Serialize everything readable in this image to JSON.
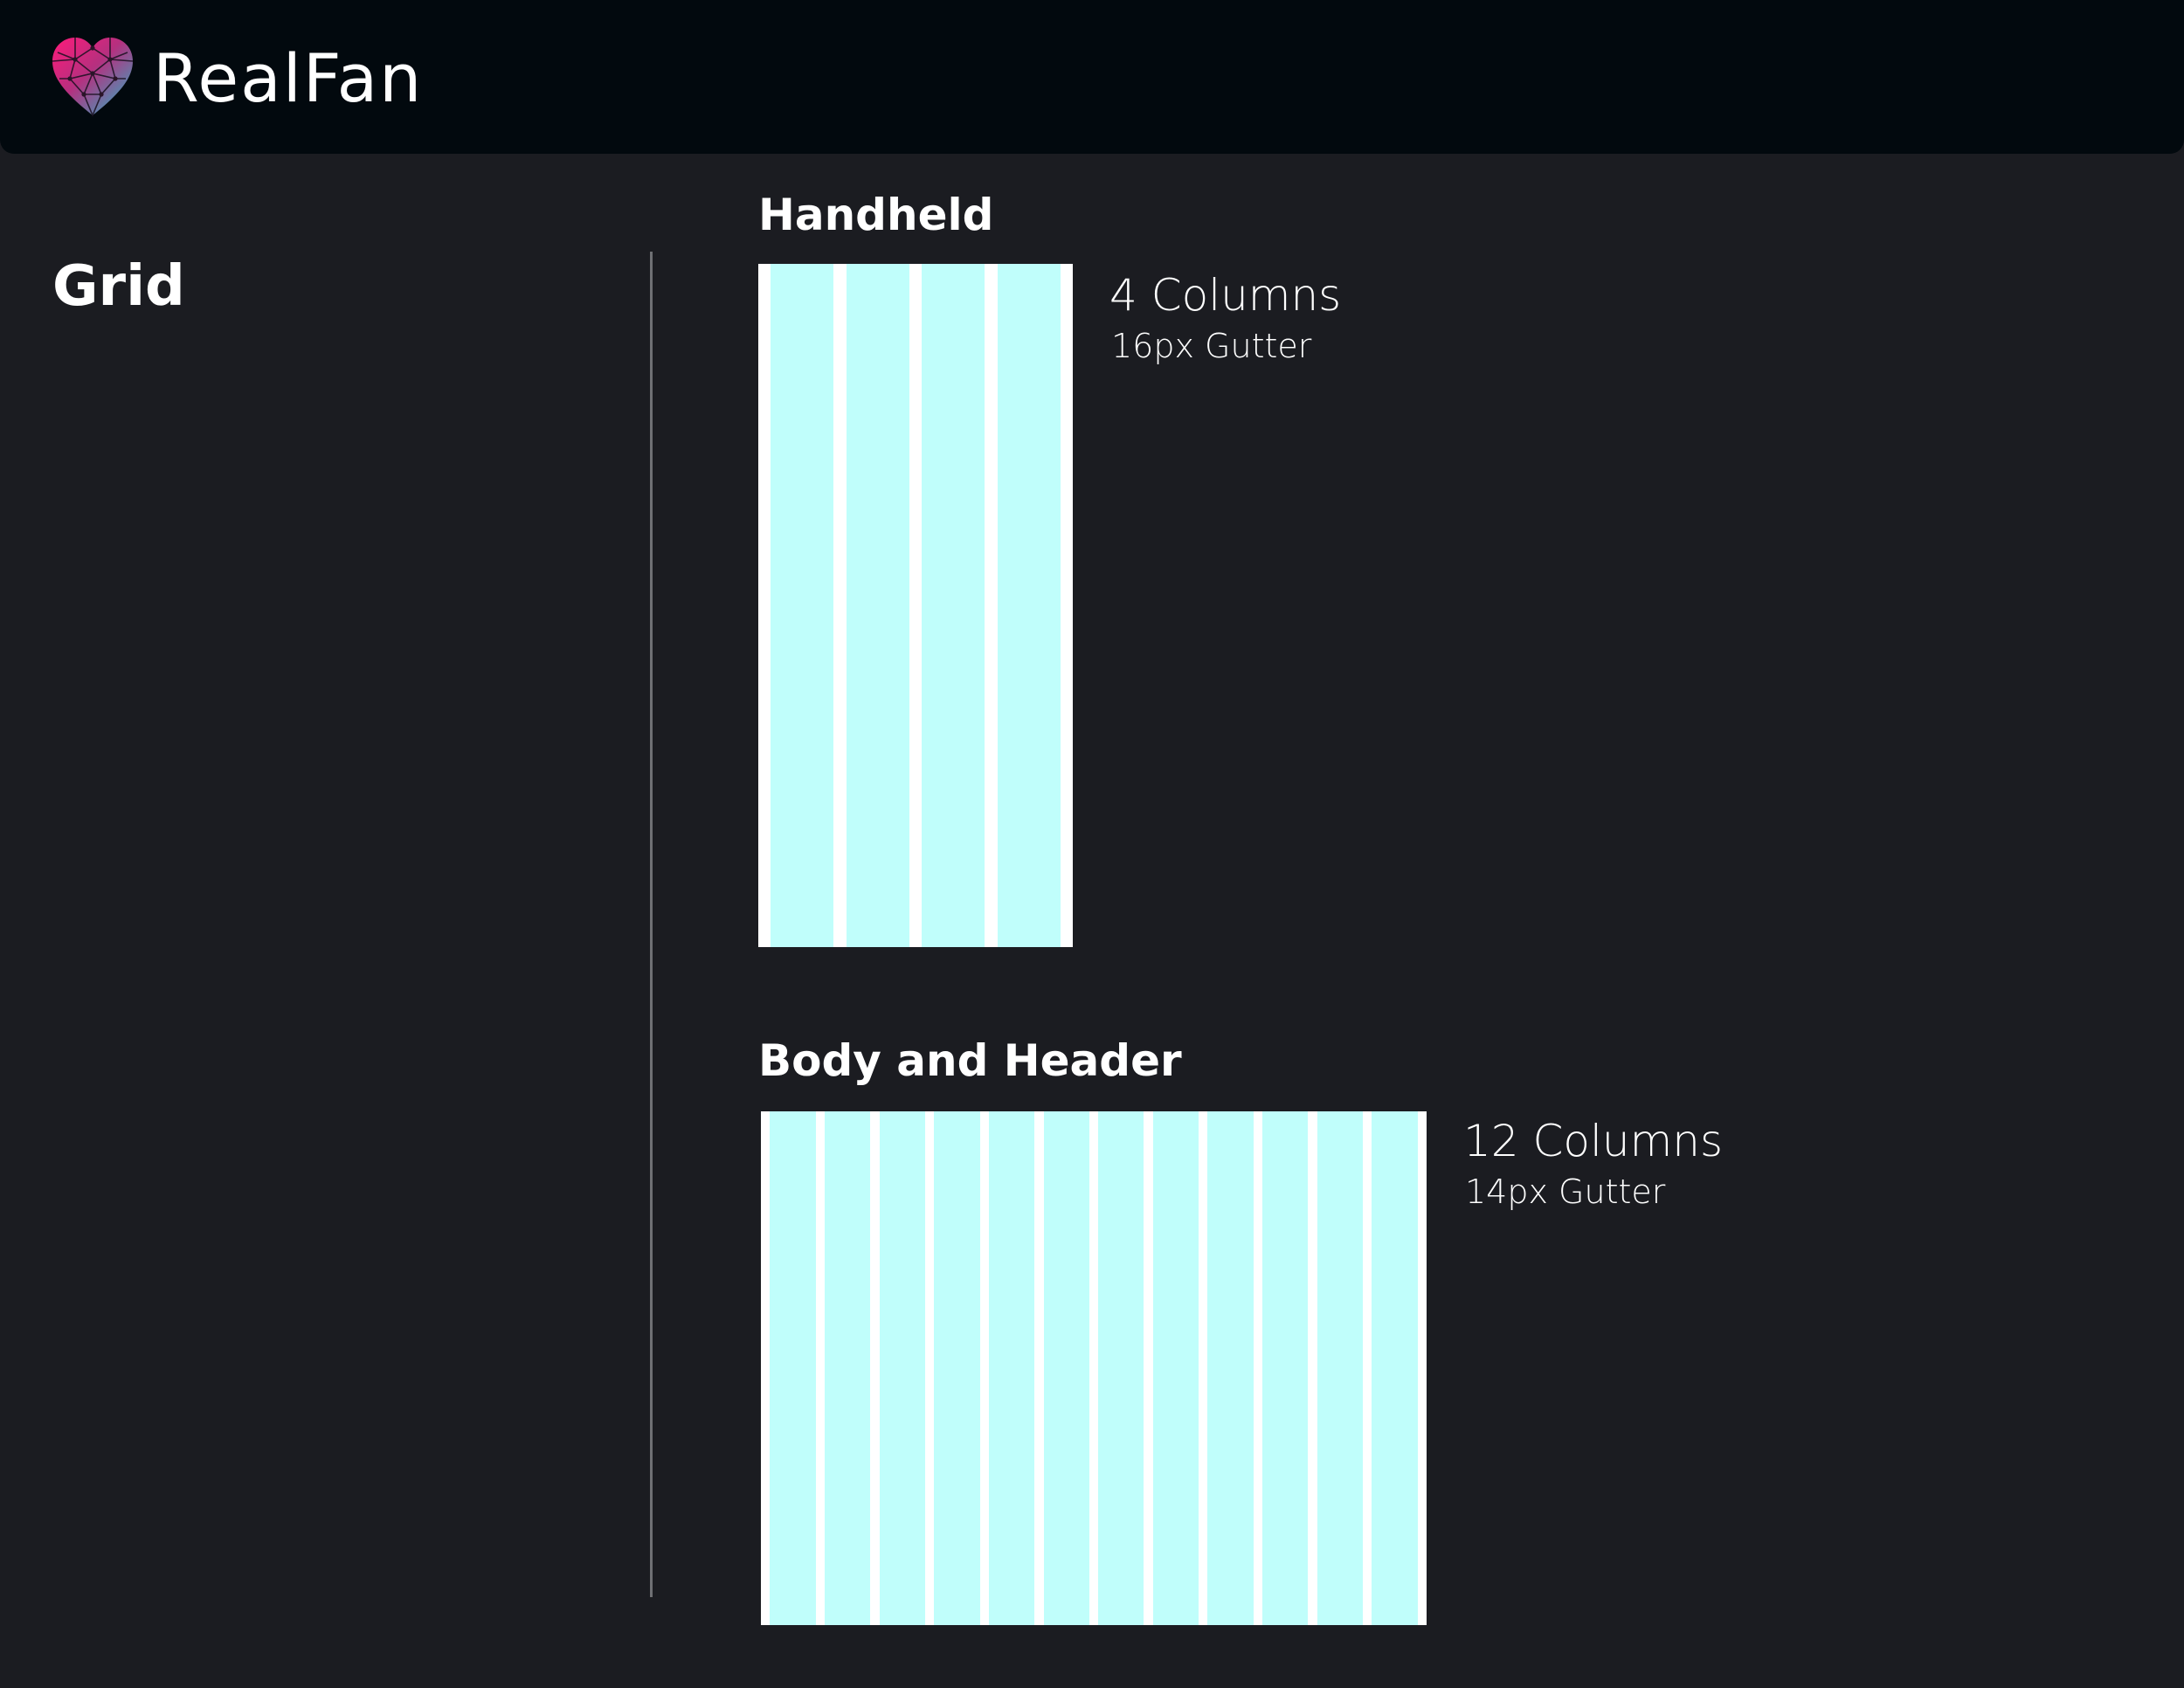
{
  "brand": {
    "name": "RealFan",
    "logo_icon": "heart-icon",
    "logo_colors": [
      "#ff1a7a",
      "#24b9c9"
    ]
  },
  "page": {
    "title": "Grid"
  },
  "grids": [
    {
      "heading": "Handheld",
      "columns_label": "4 Columns",
      "gutter_label": "16px Gutter",
      "column_count": 4
    },
    {
      "heading": "Body and Header",
      "columns_label": "12 Columns",
      "gutter_label": "14px Gutter",
      "column_count": 12
    }
  ],
  "colors": {
    "background": "#1b1c21",
    "topbar": "#02090e",
    "column_fill": "#c0fefb",
    "gutter_fill": "#ffffff",
    "divider": "#6f7074",
    "text": "#ffffff"
  }
}
